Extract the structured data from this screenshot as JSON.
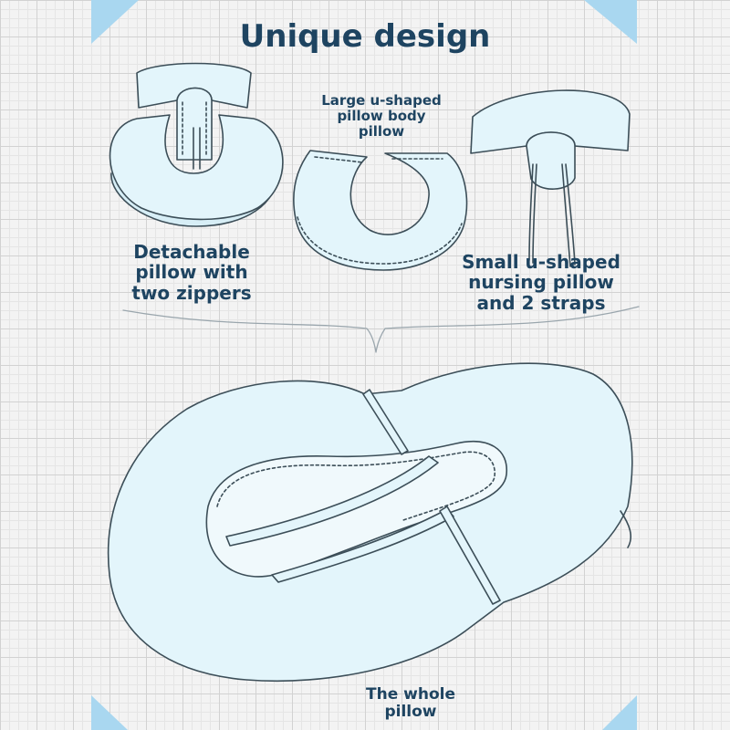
{
  "title": "Unique design",
  "labels": {
    "large_u": "Large u-shaped\npillow body\npillow",
    "detachable": "Detachable\npillow with\ntwo zippers",
    "small_u": "Small u-shaped\nnursing pillow\nand 2 straps",
    "whole": "The whole\npillow"
  },
  "colors": {
    "pillow_fill": "#e3f5fb",
    "outline": "#3c4e58",
    "text": "#1e4461",
    "corner_accent": "#a9d7f0"
  }
}
